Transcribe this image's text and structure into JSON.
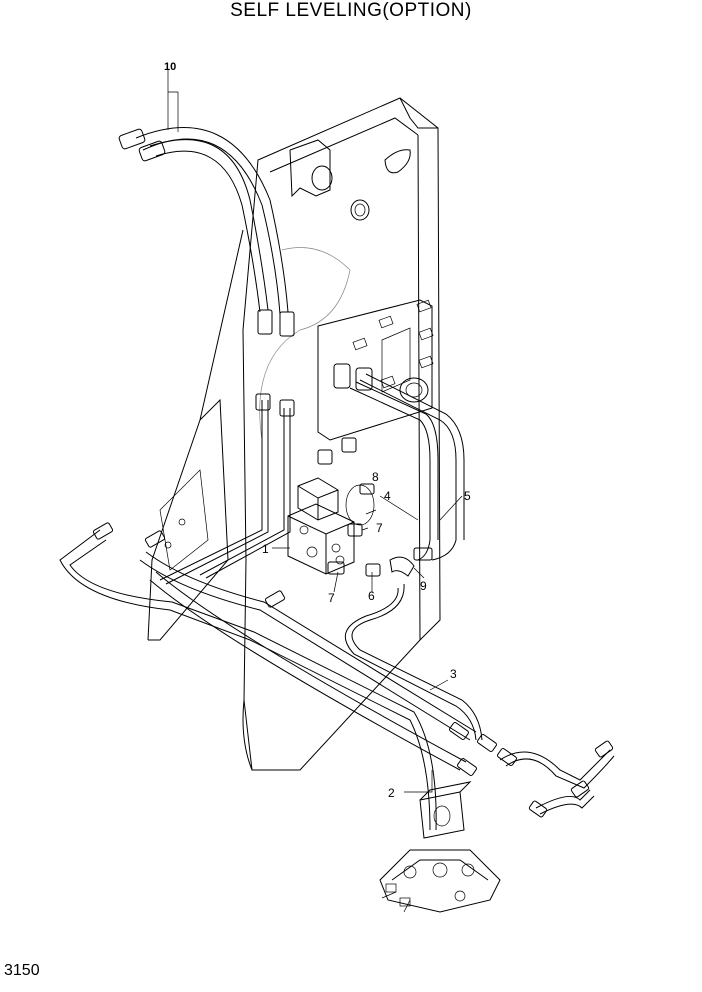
{
  "title": "SELF LEVELING(OPTION)",
  "page_number": "3150",
  "callouts": {
    "c1": "1",
    "c2": "2",
    "c3": "3",
    "c4": "4",
    "c5": "5",
    "c6": "6",
    "c7a": "7",
    "c7b": "7",
    "c8": "8",
    "c9": "9",
    "c10": "10"
  }
}
